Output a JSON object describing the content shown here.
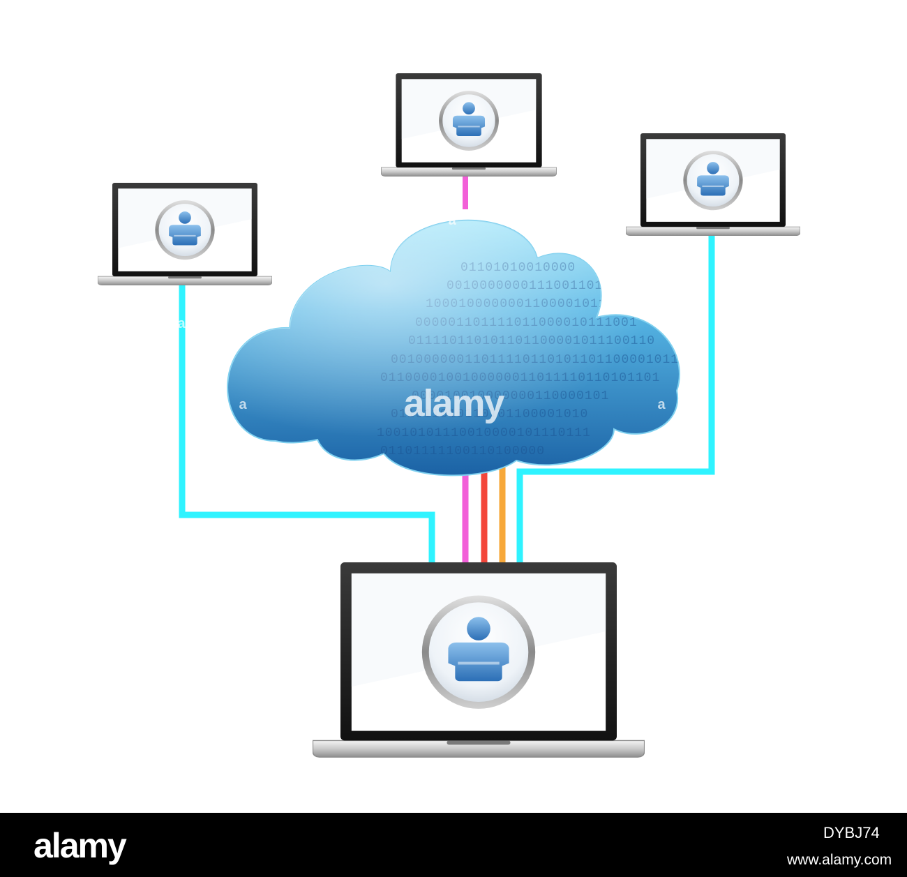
{
  "watermark": {
    "logo_text": "alamy",
    "small_mark": "a"
  },
  "binary_rows": [
    "01101010010000",
    "0010000000111001101",
    "1000100000001100001011",
    "000001101111011000010111001",
    "011110110101101100001011100110",
    "00100000011011110110101101100001011",
    "0110000100100000011011110110101101",
    "000010010000000110000101",
    "011011010110101100001010",
    "10010101110010000101110111",
    "01101111100110100000"
  ],
  "footer": {
    "logo_text": "alamy",
    "image_id": "DYBJ74",
    "site": "www.alamy.com"
  },
  "colors": {
    "cloud_top": "#9fe4f8",
    "cloud_bottom": "#1e67a8",
    "link_cyan": "#2ff3ff",
    "link_magenta": "#f25fd8",
    "link_red": "#f3463a",
    "link_orange": "#f7a83a",
    "user_icon": "#3f84c8"
  },
  "icons": [
    "cloud-icon",
    "laptop-icon",
    "user-icon"
  ]
}
